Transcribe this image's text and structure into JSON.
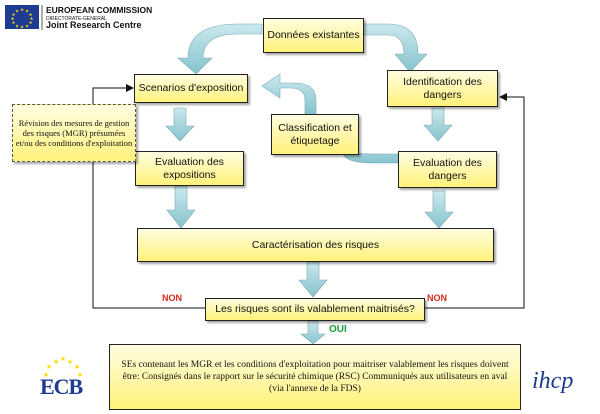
{
  "header": {
    "commission": "EUROPEAN COMMISSION",
    "directorate": "DIRECTORATE-GENERAL",
    "centre": "Joint Research Centre"
  },
  "boxes": {
    "donnees": "Données existantes",
    "scenarios": "Scenarios d'exposition",
    "identification": "Identification des dangers",
    "classification": "Classification et étiquetage",
    "eval_expo": "Evaluation des expositions",
    "eval_dangers": "Evaluation des dangers",
    "caracterisation": "Caractérisation des risques",
    "question": "Les risques sont ils valablement maitrisés?",
    "revision": "Révision des mesures de gestion des risques (MGR) présumées et/ou des conditions d'exploitation",
    "conclusion": "SEs contenant les MGR et les conditions d'exploitation pour maitriser valablement les risques doivent être: Consignés dans le rapport sur le sécurité chimique (RSC) Communiqués aux utilisateurs en aval (via l'annexe de la FDS)"
  },
  "labels": {
    "non_left": "NON",
    "non_right": "NON",
    "oui": "OUI"
  },
  "logos": {
    "ecb": "ECB",
    "ihcp": "ihcp"
  },
  "colors": {
    "box_fill": "#fff27a",
    "arrow_fill": "#a6d6dd",
    "no_red": "#d52b1e",
    "yes_green": "#1e9e3a",
    "eu_blue": "#1d3b91",
    "eu_star": "#ffdd00"
  }
}
